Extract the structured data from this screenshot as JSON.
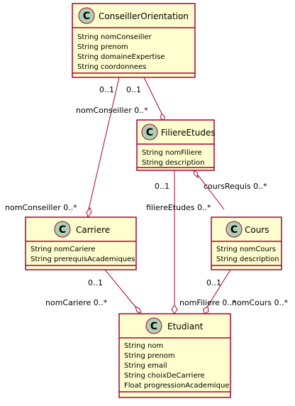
{
  "classes": {
    "conseiller": {
      "badge": "C",
      "name": "ConseillerOrientation",
      "attributes": [
        "String nomConseiller",
        "String prenom",
        "String domaineExpertise",
        "String coordonnees"
      ]
    },
    "filiere": {
      "badge": "C",
      "name": "FiliereEtudes",
      "attributes": [
        "String nomFiliere",
        "String description"
      ]
    },
    "carriere": {
      "badge": "C",
      "name": "Carriere",
      "attributes": [
        "String nomCariere",
        "String prerequisAcademiques"
      ]
    },
    "cours": {
      "badge": "C",
      "name": "Cours",
      "attributes": [
        "String nomCours",
        "String description"
      ]
    },
    "etudiant": {
      "badge": "C",
      "name": "Etudiant",
      "attributes": [
        "String nom",
        "String prenom",
        "String email",
        "String choixDeCarriere",
        "Float progressionAcademique"
      ]
    }
  },
  "relations": {
    "conseiller_filiere": {
      "from_label": "0..1",
      "to_label": "nomConseiller 0..*"
    },
    "conseiller_carriere": {
      "from_label": "0..1",
      "to_label": "nomConseiller 0..*"
    },
    "filiere_cours": {
      "to_label": "coursRequis 0..*"
    },
    "filiere_etudiant": {
      "from_label": "0..1",
      "to_label": "filiereEtudes 0..*"
    },
    "carriere_etudiant": {
      "from_label": "0..1",
      "to_label": "nomCariere 0..*"
    },
    "cours_etudiant": {
      "from_label": "0..1",
      "to_label": "nomFiliere 0..*",
      "to_label_2": "nomCours 0..*"
    }
  }
}
